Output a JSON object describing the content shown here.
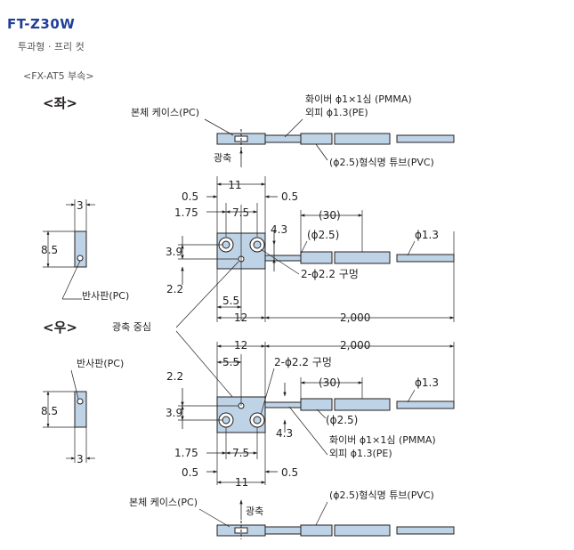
{
  "header": {
    "model": "FT-Z30W",
    "type": "투과형 · 프리 컷",
    "accessory": "<FX-AT5 부속>"
  },
  "colors": {
    "body_fill": "#bfd3e6",
    "line": "#231f20",
    "title": "#1f3f9a"
  },
  "left": {
    "heading": "<좌>",
    "case_label": "본체 케이스(PC)",
    "fiber_line1": "화이버  ϕ1×1심 (PMMA)",
    "fiber_line2": "외피 ϕ1.3(PE)",
    "axis_label": "광축",
    "tube_label": "(ϕ2.5)형식명 튜브(PVC)",
    "dims": {
      "top_width": "11",
      "gap_left": "0.5",
      "gap_right": "0.5",
      "offset": "1.75",
      "pitch": "7.5",
      "hole_h": "3.9",
      "hole_v": "4.3",
      "axis_v": "2.2",
      "axis_h": "5.5",
      "width": "12",
      "cut_len": "(30)",
      "tube_dia": "(ϕ2.5)",
      "fiber_dia": "ϕ1.3",
      "holes": "2-ϕ2.2 구멍",
      "length": "2,000"
    },
    "plate_label": "반사판(PC)",
    "plate_w": "3",
    "plate_h": "8.5"
  },
  "common": {
    "axis_center": "광축 중심"
  },
  "right": {
    "heading": "<우>",
    "plate_label": "반사판(PC)",
    "plate_w": "3",
    "plate_h": "8.5",
    "dims": {
      "width": "12",
      "length": "2,000",
      "axis_h": "5.5",
      "holes": "2-ϕ2.2 구멍",
      "axis_v": "2.2",
      "cut_len": "(30)",
      "fiber_dia": "ϕ1.3",
      "hole_h": "3.9",
      "tube_dia": "(ϕ2.5)",
      "hole_v": "4.3",
      "offset": "1.75",
      "pitch": "7.5",
      "gap_left": "0.5",
      "gap_right": "0.5",
      "bottom_width": "11"
    },
    "fiber_line1": "화이버  ϕ1×1심 (PMMA)",
    "fiber_line2": "외피 ϕ1.3(PE)",
    "case_label": "본체 케이스(PC)",
    "axis_label": "광축",
    "tube_label": "(ϕ2.5)형식명 튜브(PVC)"
  }
}
